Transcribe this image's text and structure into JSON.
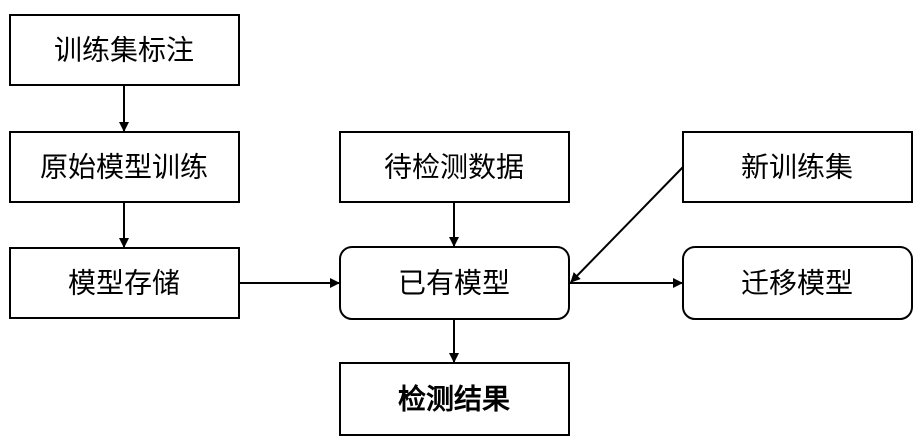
{
  "nodes": {
    "annotate": "训练集标注",
    "train": "原始模型训练",
    "store": "模型存储",
    "input": "待检测数据",
    "existing": "已有模型",
    "newset": "新训练集",
    "transfer": "迁移模型",
    "result": "检测结果"
  }
}
